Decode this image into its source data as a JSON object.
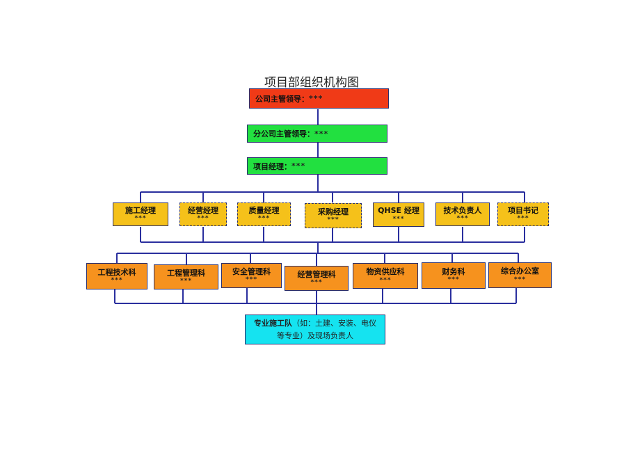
{
  "title": "项目部组织机构图",
  "company_lead": {
    "label": "公司主管领导：",
    "value": "***"
  },
  "branch_lead": {
    "label": "分公司主管领导：",
    "value": "***"
  },
  "project_manager": {
    "label": "项目经理：",
    "value": "***"
  },
  "managers": [
    {
      "name": "施工经理",
      "who": "***"
    },
    {
      "name": "经营经理",
      "who": "***"
    },
    {
      "name": "质量经理",
      "who": "***"
    },
    {
      "name": "采购经理",
      "who": "***"
    },
    {
      "name": "QHSE 经理",
      "who": "***"
    },
    {
      "name": "技术负责人",
      "who": "***"
    },
    {
      "name": "项目书记",
      "who": "***"
    }
  ],
  "departments": [
    {
      "name": "工程技术科",
      "who": "***"
    },
    {
      "name": "工程管理科",
      "who": "***"
    },
    {
      "name": "安全管理科",
      "who": "***"
    },
    {
      "name": "经营管理科",
      "who": "***"
    },
    {
      "name": "物资供应科",
      "who": "***"
    },
    {
      "name": "财务科",
      "who": "***"
    },
    {
      "name": "综合办公室",
      "who": "***"
    }
  ],
  "team": {
    "bold": "专业施工队",
    "line1_rest": "（如：土建、安装、电仪",
    "line2": "等专业）及现场负责人"
  },
  "colors": {
    "line": "#2a2f9e",
    "company_lead": "#f03a17",
    "branch_lead": "#22e040",
    "managers": "#f5c11a",
    "departments": "#f6921e",
    "team": "#15e3f0"
  }
}
